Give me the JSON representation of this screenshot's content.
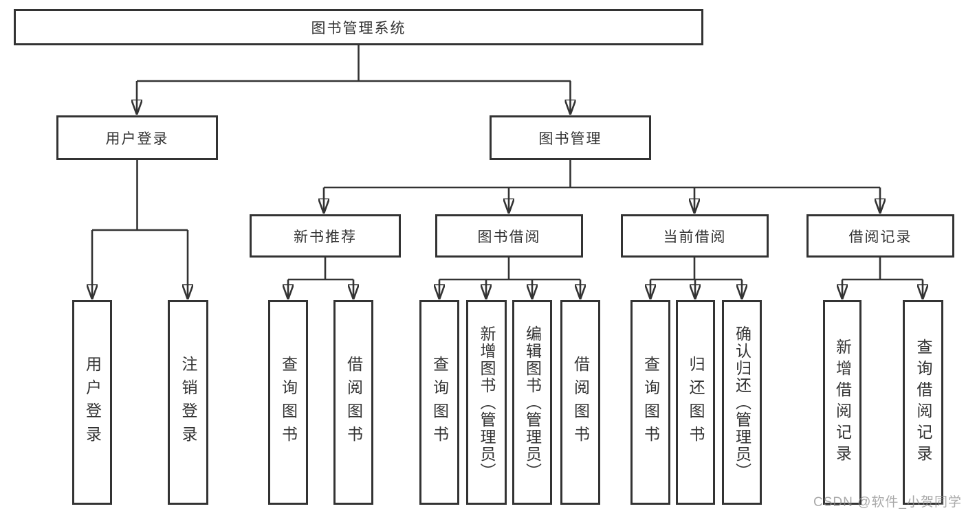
{
  "diagram": {
    "title": "图书管理系统",
    "tree": {
      "root": {
        "label": "图书管理系统"
      },
      "branches": [
        {
          "label": "用户登录",
          "children": [
            {
              "label": "用户登录"
            },
            {
              "label": "注销登录"
            }
          ]
        },
        {
          "label": "图书管理",
          "sections": [
            {
              "label": "新书推荐",
              "children": [
                {
                  "label": "查询图书"
                },
                {
                  "label": "借阅图书"
                }
              ]
            },
            {
              "label": "图书借阅",
              "children": [
                {
                  "label": "查询图书"
                },
                {
                  "label": "新增图书（管理员）"
                },
                {
                  "label": "编辑图书（管理员）"
                },
                {
                  "label": "借阅图书"
                }
              ]
            },
            {
              "label": "当前借阅",
              "children": [
                {
                  "label": "查询图书"
                },
                {
                  "label": "归还图书"
                },
                {
                  "label": "确认归还（管理员）"
                }
              ]
            },
            {
              "label": "借阅记录",
              "children": [
                {
                  "label": "新增借阅记录"
                },
                {
                  "label": "查询借阅记录"
                }
              ]
            }
          ]
        }
      ]
    },
    "colors": {
      "line": "#333333",
      "box_border": "#333333",
      "text": "#333333",
      "background": "#ffffff",
      "watermark": "#8c8c8c"
    }
  },
  "watermark": {
    "text": "CSDN @软件_小贺同学"
  }
}
